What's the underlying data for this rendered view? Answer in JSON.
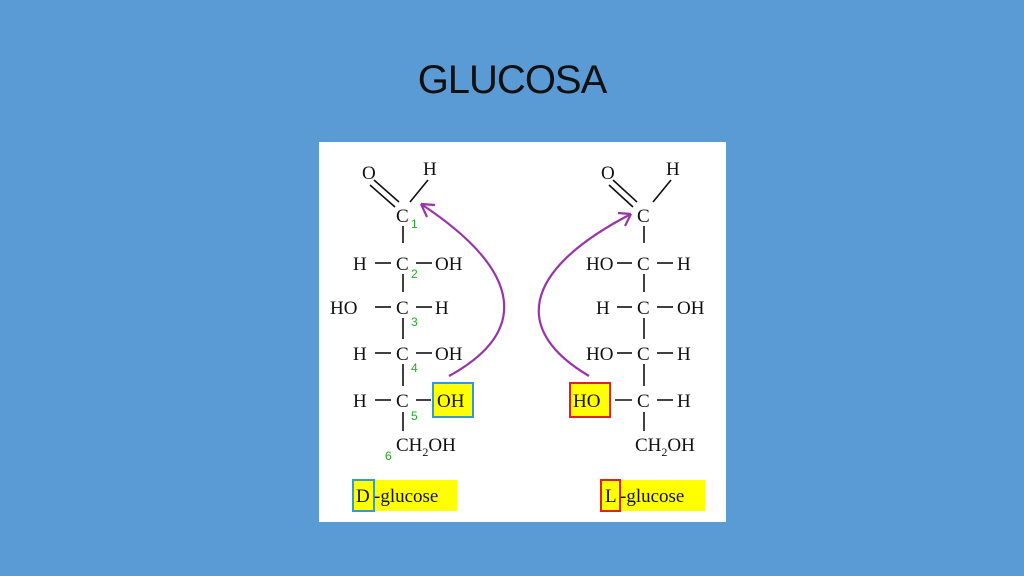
{
  "slide": {
    "title": "GLUCOSA"
  },
  "d_glucose": {
    "aldehyde_o": "O",
    "aldehyde_h": "H",
    "c1": "C",
    "rows": [
      {
        "left": "H",
        "c": "C",
        "right": "OH",
        "num": "2"
      },
      {
        "left": "HO",
        "c": "C",
        "right": "H",
        "num": "3"
      },
      {
        "left": "H",
        "c": "C",
        "right": "OH",
        "num": "4"
      },
      {
        "left": "H",
        "c": "C",
        "right": "OH",
        "num": "5"
      }
    ],
    "c1_num": "1",
    "c6_num": "6",
    "ch2oh": [
      "CH",
      "2",
      "OH"
    ],
    "label_letter": "D",
    "label_rest": "-glucose"
  },
  "l_glucose": {
    "aldehyde_o": "O",
    "aldehyde_h": "H",
    "c1": "C",
    "rows": [
      {
        "left": "HO",
        "c": "C",
        "right": "H"
      },
      {
        "left": "H",
        "c": "C",
        "right": "OH"
      },
      {
        "left": "HO",
        "c": "C",
        "right": "H"
      },
      {
        "left": "HO",
        "c": "C",
        "right": "H"
      }
    ],
    "ch2oh": [
      "CH",
      "2",
      "OH"
    ],
    "label_letter": "L",
    "label_rest": "-glucose"
  },
  "colors": {
    "background": "#5b9bd5",
    "highlight": "#ffff00",
    "d_box": "#3399dd",
    "l_box": "#dd2222",
    "arrow": "#9933aa",
    "carbon_number": "#22aa22"
  }
}
